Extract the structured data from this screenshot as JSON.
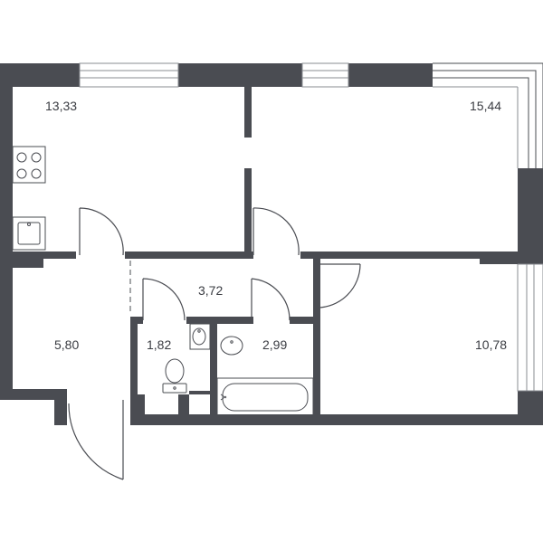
{
  "colors": {
    "wall": "#4a4c52",
    "window_frame": "#8a8c92",
    "text": "#3a3c42",
    "background": "#ffffff"
  },
  "rooms": [
    {
      "id": "kitchen",
      "area": "13,33"
    },
    {
      "id": "living",
      "area": "15,44"
    },
    {
      "id": "hall",
      "area": "3,72"
    },
    {
      "id": "entrance",
      "area": "5,80"
    },
    {
      "id": "toilet",
      "area": "1,82"
    },
    {
      "id": "bathroom",
      "area": "2,99"
    },
    {
      "id": "bedroom",
      "area": "10,78"
    }
  ],
  "icons": [
    "stove-icon",
    "sink-icon",
    "washbasin-icon",
    "toilet-icon",
    "bathtub-icon",
    "door-swing-icon",
    "window-icon"
  ]
}
